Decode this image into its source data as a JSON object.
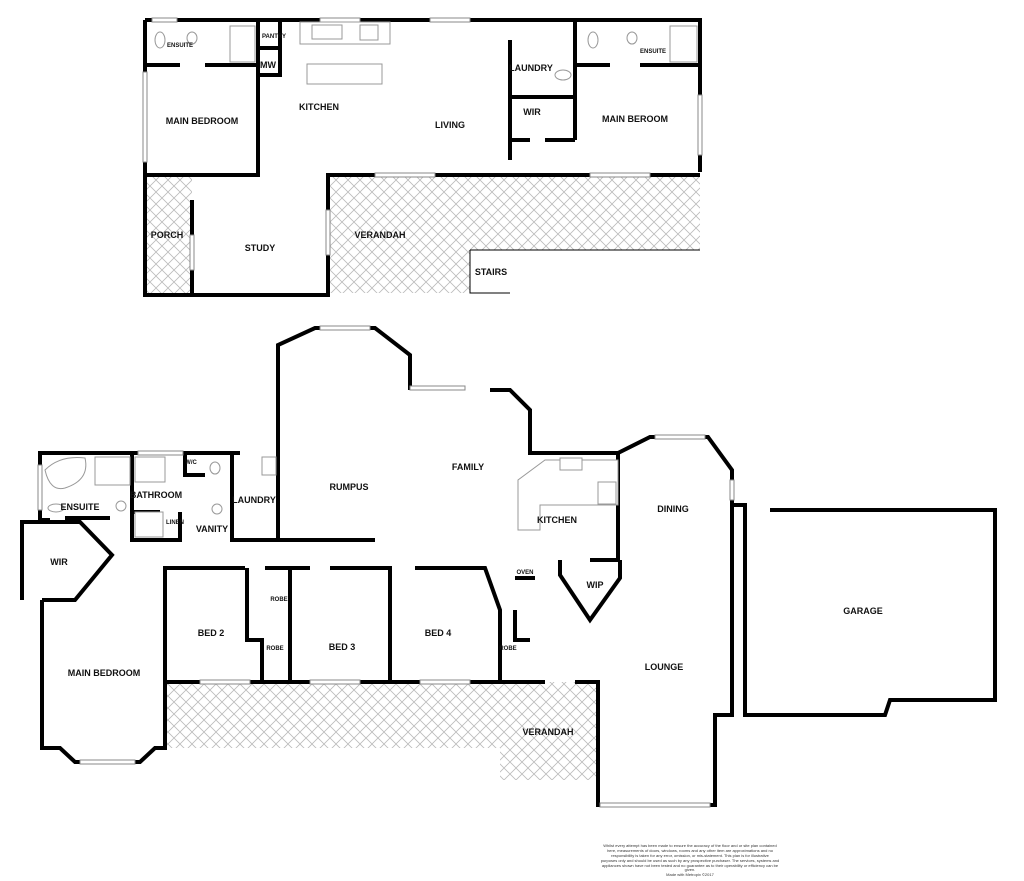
{
  "upper_floor": {
    "rooms": {
      "ensuite_left": "ENSUITE",
      "pantry": "PANTRY",
      "mw": "MW",
      "main_bedroom": "MAIN BEDROOM",
      "kitchen": "KITCHEN",
      "living": "LIVING",
      "laundry": "LAUNDRY",
      "wir": "WIR",
      "ensuite_right": "ENSUITE",
      "main_beroom": "MAIN BEROOM",
      "porch": "PORCH",
      "study": "STUDY",
      "verandah": "VERANDAH",
      "stairs": "STAIRS"
    }
  },
  "lower_floor": {
    "rooms": {
      "ensuite": "ENSUITE",
      "bathroom": "BATHROOM",
      "wc": "W/C",
      "linen": "LINEN",
      "vanity": "VANITY",
      "laundry": "LAUNDRY",
      "rumpus": "RUMPUS",
      "family": "FAMILY",
      "kitchen": "KITCHEN",
      "oven": "OVEN",
      "wip": "WIP",
      "dining": "DINING",
      "garage": "GARAGE",
      "wir": "WIR",
      "main_bedroom": "MAIN BEDROOM",
      "bed2": "BED 2",
      "robe1": "ROBE",
      "bed3": "BED 3",
      "robe2": "ROBE",
      "bed4": "BED 4",
      "robe3": "ROBE",
      "lounge": "LOUNGE",
      "verandah": "VERANDAH"
    }
  },
  "disclaimer": {
    "lines": [
      "Whilst every attempt has been made to ensure the accuracy of the floor and or site plan contained",
      "here, measurements of doors, windows, rooms and any other item are approximations and no",
      "responsibility is taken for any error, omission, or mis-statement. This plan is for illustrative",
      "purposes only and should be used as such by any prospective purchaser. The services, systems and",
      "appliances shown have not been tested and no guarantee as to their operability or efficiency can be",
      "given.",
      "Made with Metropix ©2017"
    ]
  },
  "colors": {
    "wall": "#000000",
    "hatch": "#bbbbbb",
    "background": "#ffffff"
  }
}
